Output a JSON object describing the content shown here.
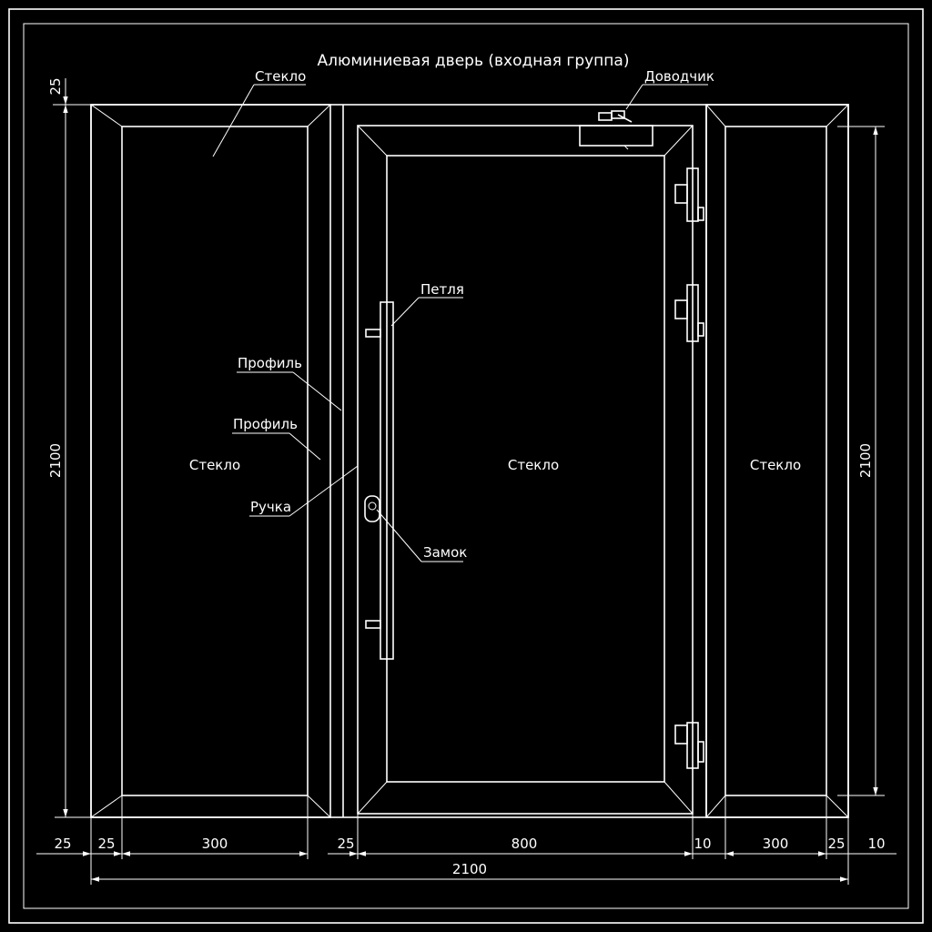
{
  "title": "Алюминиевая дверь (входная группа)",
  "callouts": {
    "glass_top": "Стекло",
    "closer": "Доводчик",
    "hinge": "Петля",
    "profile_1": "Профиль",
    "profile_2": "Профиль",
    "handle": "Ручка",
    "lock": "Замок"
  },
  "panels": {
    "left": "Стекло",
    "center": "Стекло",
    "right": "Стекло"
  },
  "dimensions": {
    "top_offset": "25",
    "height_left": "2100",
    "height_right": "2100",
    "bottom": [
      "25",
      "25",
      "300",
      "25",
      "800",
      "10",
      "300",
      "25",
      "10"
    ],
    "overall": "2100"
  },
  "colors": {
    "background": "#000000",
    "lines": "#ffffff"
  }
}
